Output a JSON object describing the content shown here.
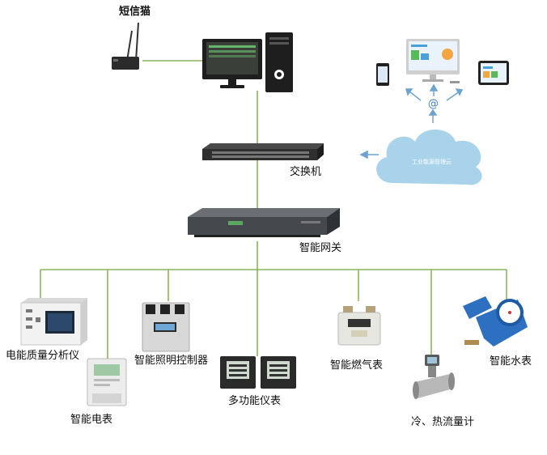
{
  "labels": {
    "sms_cat": "短信猫",
    "switch": "交换机",
    "gateway": "智能网关",
    "power_quality": "电能质量分析仪",
    "lighting": "智能照明控制器",
    "multi_meter": "多功能仪表",
    "gas_meter": "智能燃气表",
    "water_meter": "智能水表",
    "electric_meter": "智能电表",
    "heat_flow": "冷、热流量计",
    "cloud": "工业能源管理云"
  },
  "symbols": {
    "at": "@"
  },
  "icons": [
    "sms-modem-icon",
    "pc-monitor-icon",
    "pc-tower-icon",
    "monitor-icon",
    "phone-icon",
    "tablet-icon",
    "laptop-icon",
    "cloud-icon",
    "network-switch-icon",
    "gateway-icon",
    "power-analyzer-icon",
    "lighting-controller-icon",
    "electric-meter-icon",
    "multifunction-meter-icon",
    "gas-meter-icon",
    "flow-meter-icon",
    "water-meter-icon"
  ],
  "colors": {
    "line": "#8ab55a",
    "arrow": "#6fa3cf",
    "cloud": "#a9d3ea",
    "device_dark": "#2b2b2b",
    "device_light": "#e8e8e8",
    "water_blue": "#2d6fc0"
  }
}
